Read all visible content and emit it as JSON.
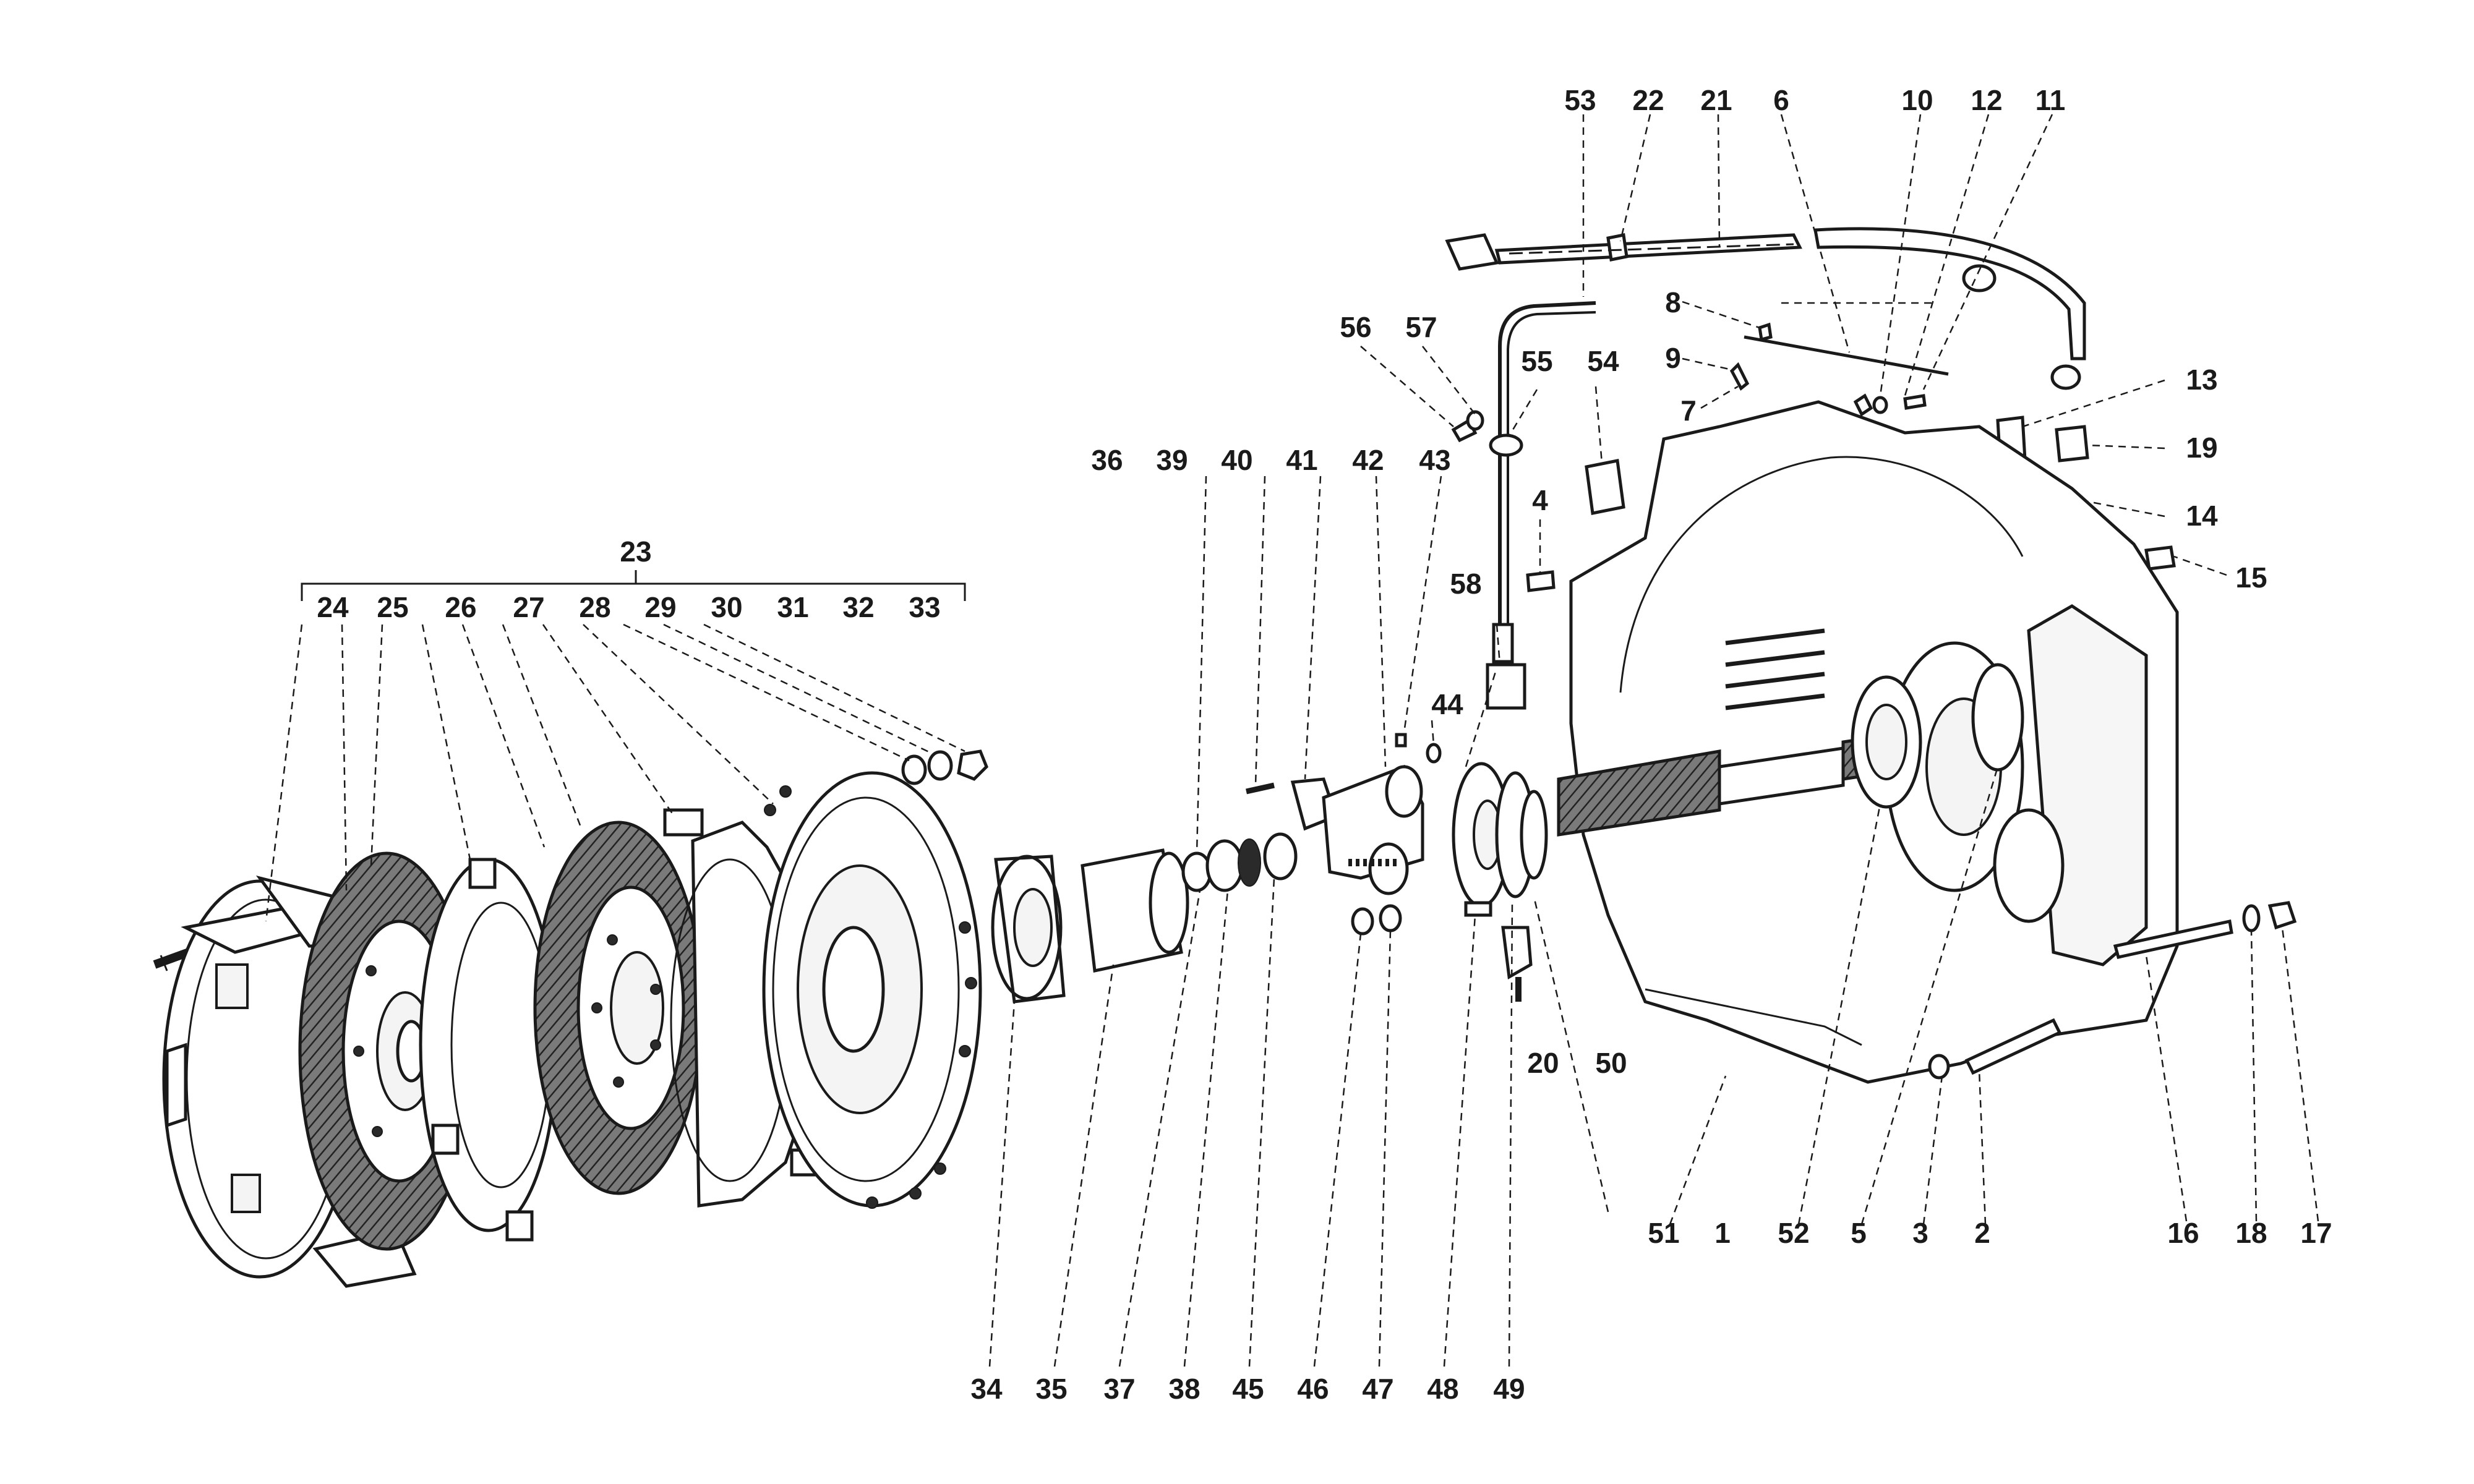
{
  "labels": {
    "l1": "1",
    "l2": "2",
    "l3": "3",
    "l4": "4",
    "l5": "5",
    "l6": "6",
    "l7": "7",
    "l8": "8",
    "l9": "9",
    "l10": "10",
    "l11": "11",
    "l12": "12",
    "l13": "13",
    "l14": "14",
    "l15": "15",
    "l16": "16",
    "l17": "17",
    "l18": "18",
    "l19": "19",
    "l20": "20",
    "l21": "21",
    "l22": "22",
    "l23": "23",
    "l24": "24",
    "l25": "25",
    "l26": "26",
    "l27": "27",
    "l28": "28",
    "l29": "29",
    "l30": "30",
    "l31": "31",
    "l32": "32",
    "l33": "33",
    "l34": "34",
    "l35": "35",
    "l36": "36",
    "l37": "37",
    "l38": "38",
    "l39": "39",
    "l40": "40",
    "l41": "41",
    "l42": "42",
    "l43": "43",
    "l44": "44",
    "l45": "45",
    "l46": "46",
    "l47": "47",
    "l48": "48",
    "l49": "49",
    "l50": "50",
    "l51": "51",
    "l52": "52",
    "l53": "53",
    "l54": "54",
    "l55": "55",
    "l56": "56",
    "l57": "57",
    "l58": "58"
  }
}
